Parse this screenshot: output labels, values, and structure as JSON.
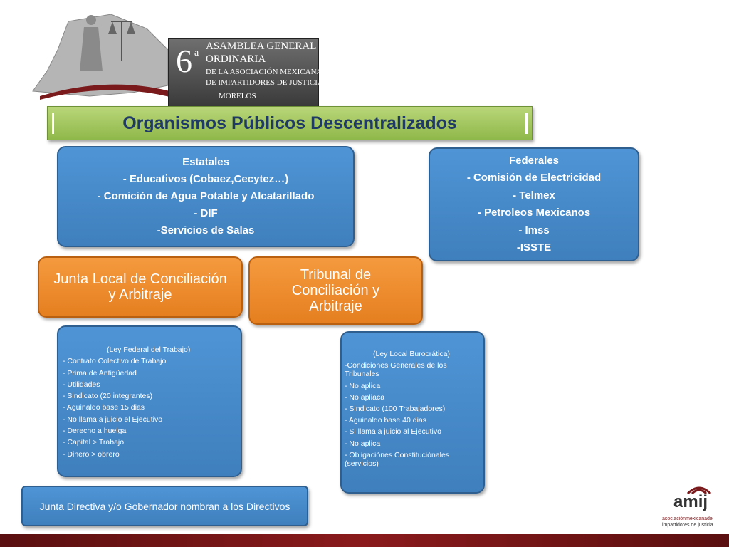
{
  "logo": {
    "number": "6",
    "superscript": "a",
    "line1": "ASAMBLEA GENERAL",
    "line2": "ORDINARIA",
    "line3": "DE LA ASOCIACIÓN MEXICANA",
    "line4": "DE IMPARTIDORES DE JUSTICIA",
    "line5": "MORELOS"
  },
  "title": "Organismos Públicos Descentralizados",
  "estatales": {
    "items": [
      "Estatales",
      "- Educativos (Cobaez,Cecytez…)",
      "- Comición de Agua Potable y Alcatarillado",
      "- DIF",
      "-Servicios de Salas"
    ]
  },
  "federales": {
    "items": [
      "Federales",
      "- Comisión de Electricidad",
      "- Telmex",
      "- Petroleos Mexicanos",
      "- Imss",
      "-ISSTE"
    ]
  },
  "junta_local": "Junta Local de Conciliación y Arbitraje",
  "tribunal": "Tribunal de Conciliación y Arbitraje",
  "ley_federal": {
    "heading": "(Ley Federal del  Trabajo)",
    "items": [
      "- Contrato Colectivo de Trabajo",
      "- Prima de Antigüedad",
      "-  Utilidades",
      "- Sindicato (20 integrantes)",
      "- Aguinaldo base 15 dias",
      "- No llama a juicio el Ejecutivo",
      "- Derecho a huelga",
      "- Capital > Trabajo",
      "- Dinero > obrero"
    ]
  },
  "ley_local": {
    "heading": "(Ley Local Burocrática)",
    "items": [
      "-Condiciones Generales de los",
      "Tribunales",
      "- No aplica",
      "- No apliaca",
      "- Sindicato (100 Trabajadores)",
      "- Aguinaldo base 40  dias",
      "- Si llama a juicio al Ejecutivo",
      "- No aplica",
      "- Obligaciónes Constituciónales",
      "(servicios)"
    ]
  },
  "directivos": "Junta Directiva y/o Gobernador nombran a los Directivos",
  "amij": {
    "brand": "amij",
    "line1": "asociaciónmexicanade",
    "line2": "impartidores de justicia"
  }
}
